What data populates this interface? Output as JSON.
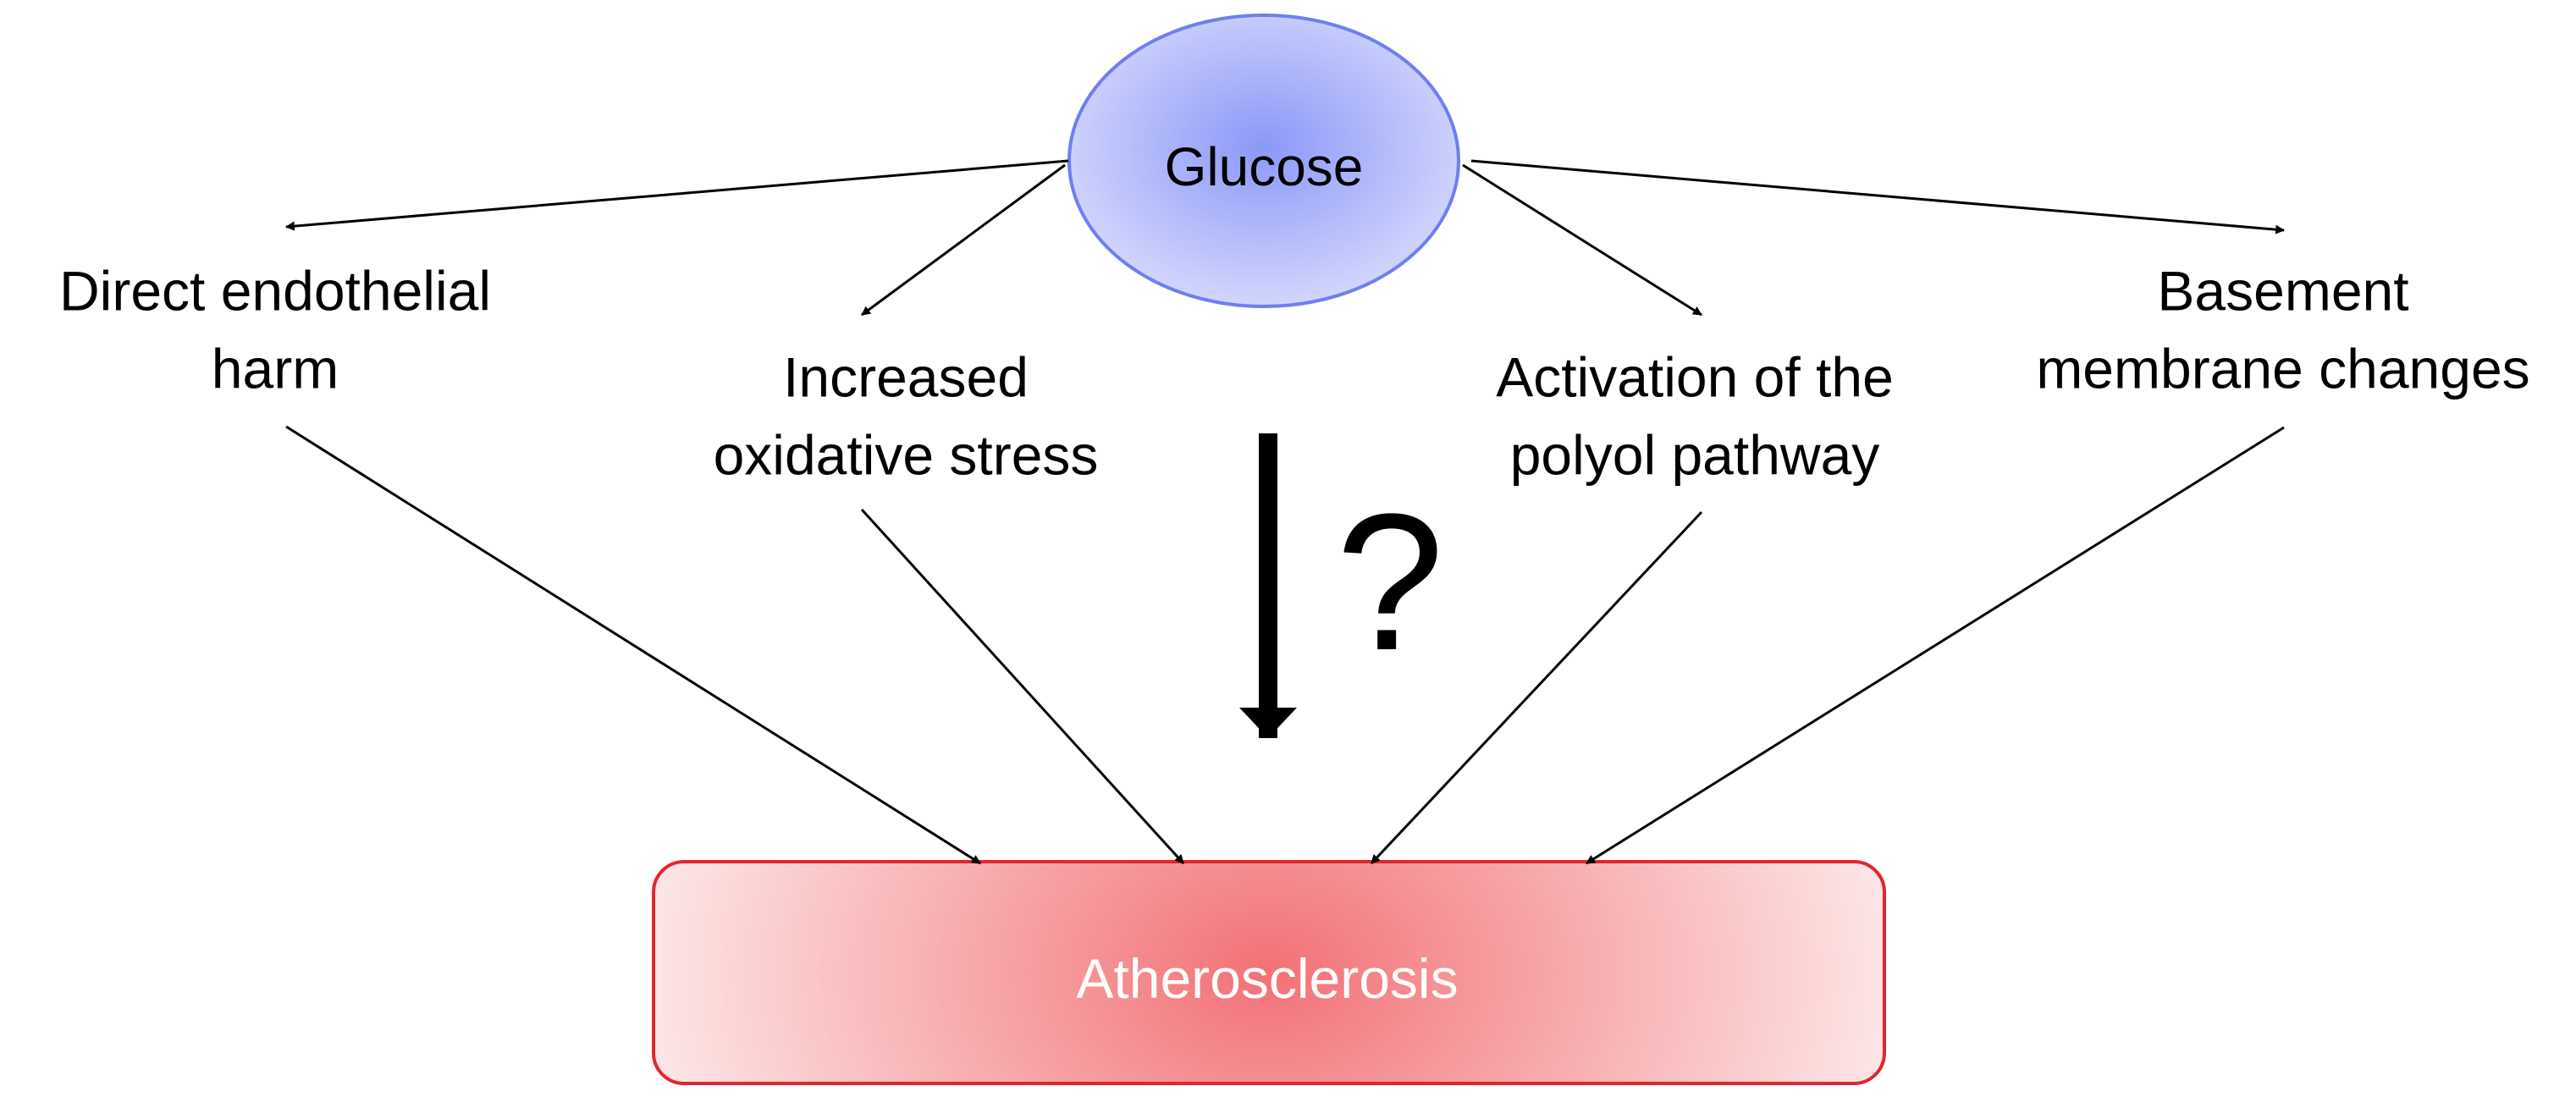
{
  "nodes": {
    "source": {
      "label": "Glucose",
      "fill": "#a9b2fa",
      "stroke": "#6f7ef0"
    },
    "outcome": {
      "label": "Atherosclerosis",
      "fill": "#f58a8e",
      "stroke": "#e3262d"
    },
    "mechanisms": [
      {
        "id": "endothelial",
        "lines": [
          "Direct endothelial",
          "harm"
        ]
      },
      {
        "id": "oxidative",
        "lines": [
          "Increased",
          "oxidative stress"
        ]
      },
      {
        "id": "polyol",
        "lines": [
          "Activation of the",
          "polyol pathway"
        ]
      },
      {
        "id": "basement",
        "lines": [
          "Basement",
          "membrane changes"
        ]
      }
    ]
  },
  "central_link": {
    "symbol": "?"
  }
}
